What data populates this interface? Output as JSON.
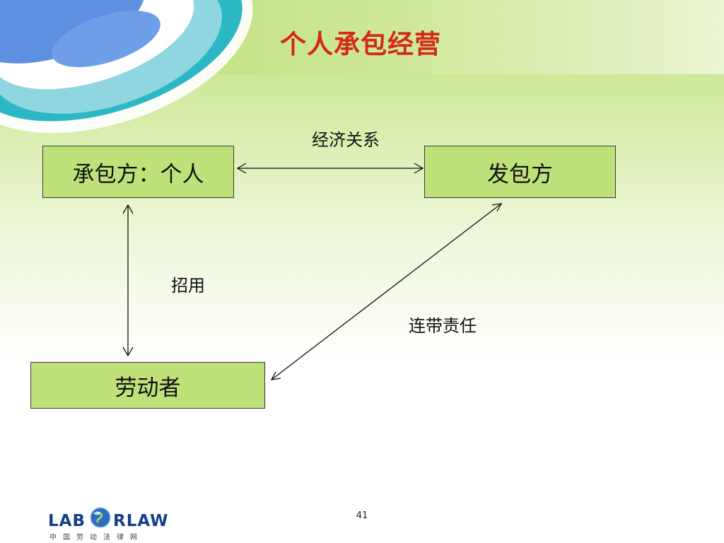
{
  "slide": {
    "title": "个人承包经营",
    "page_number": "41"
  },
  "diagram": {
    "nodes": {
      "contractor": "承包方：个人",
      "issuer": "发包方",
      "worker": "劳动者"
    },
    "edges": {
      "economic": "经济关系",
      "hire": "招用",
      "joint": "连带责任"
    }
  },
  "logo": {
    "left_text": "LAB",
    "right_text": "RLAW",
    "subtitle": "中国劳动法律网"
  },
  "colors": {
    "title": "#d42a18",
    "node_fill": "#bfe17a",
    "logo_blue": "#14408a"
  }
}
